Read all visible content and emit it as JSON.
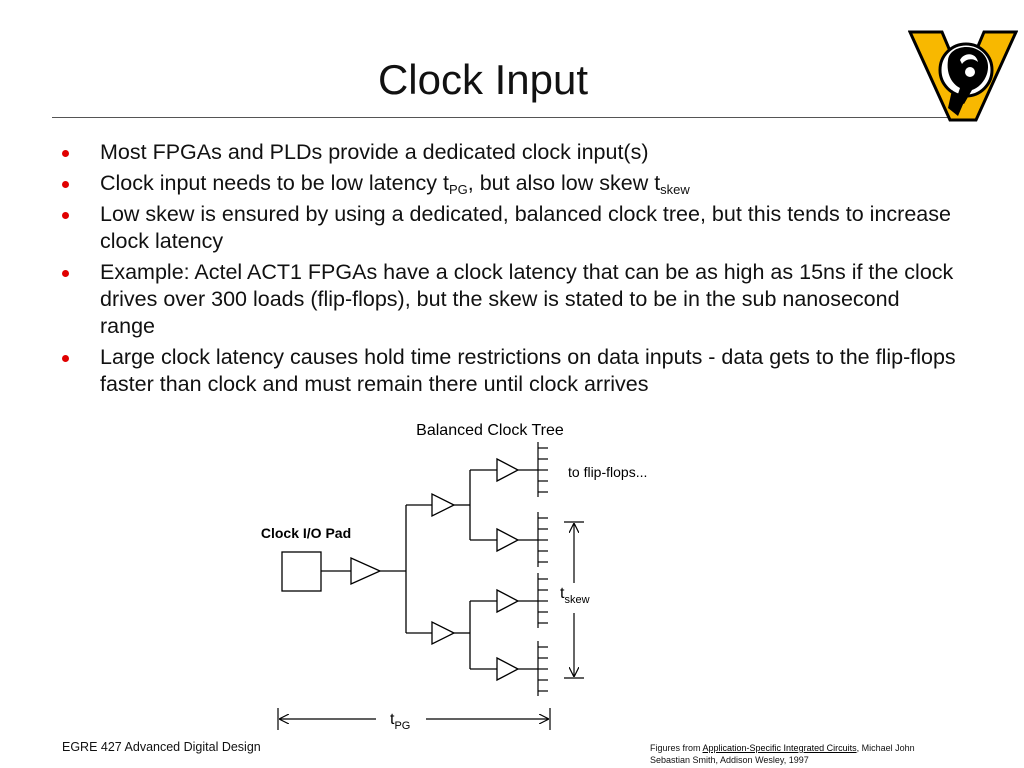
{
  "slide": {
    "title": "Clock Input",
    "bullets": [
      {
        "text": "Most FPGAs and PLDs provide a dedicated clock input(s)"
      },
      {
        "pre": "Clock input needs to be low latency t",
        "sub1": "PG",
        "mid": ", but also low skew t",
        "sub2": "skew"
      },
      {
        "text": "Low skew is ensured by using a dedicated, balanced clock tree, but this tends to increase clock latency"
      },
      {
        "text": "Example: Actel ACT1 FPGAs have a clock latency that can be as high as 15ns if the clock drives over 300 loads (flip-flops), but the skew is stated to be in the sub nanosecond range"
      },
      {
        "text": "Large clock latency causes hold time restrictions on data inputs - data gets to the flip-flops faster than clock and must remain there until clock arrives"
      }
    ],
    "bullet_color": "#e00000"
  },
  "diagram": {
    "caption": "Balanced Clock Tree",
    "pad_label": "Clock I/O Pad",
    "flipflops_label": "to flip-flops...",
    "skew_label": "t",
    "skew_sub": "skew",
    "pg_label": "t",
    "pg_sub": "PG"
  },
  "footer": {
    "course": "EGRE 427 Advanced Digital Design",
    "credit_prefix": "Figures from ",
    "credit_book": "Application-Specific Integrated Circuits",
    "credit_suffix": ", Michael John Sebastian Smith, Addison Wesley, 1997"
  },
  "logo": {
    "icon": "vcu-ram-logo-icon",
    "gold": "#f8b800",
    "black": "#000000"
  }
}
